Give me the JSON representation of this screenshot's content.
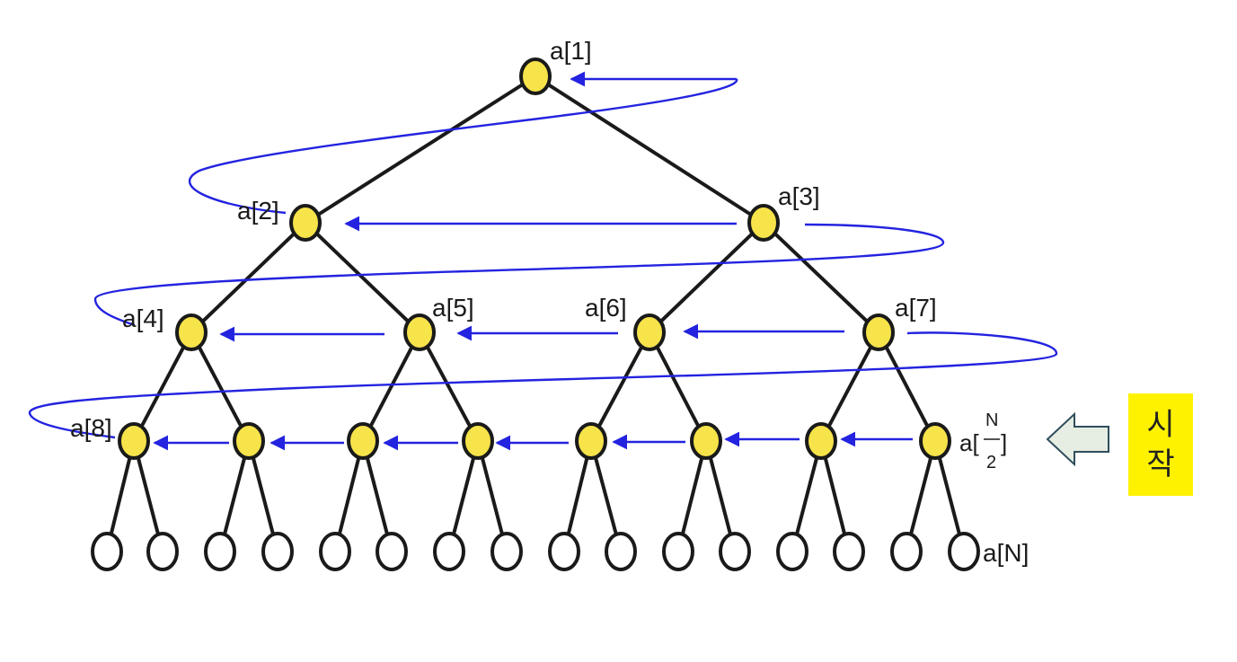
{
  "labels": {
    "a1": "a[1]",
    "a2": "a[2]",
    "a3": "a[3]",
    "a4": "a[4]",
    "a5": "a[5]",
    "a6": "a[6]",
    "a7": "a[7]",
    "a8": "a[8]",
    "a_half_prefix": "a[",
    "a_half_numer": "N",
    "a_half_denom": "2",
    "a_half_suffix": "]",
    "aN": "a[N]"
  },
  "start_label": "시작",
  "start_label_chars": [
    "시",
    "작"
  ],
  "colors": {
    "filled_node": "#f7e34a",
    "empty_node": "#ffffff",
    "edge": "#1a1a1a",
    "arrow": "#2323e0",
    "start_box": "#fff200",
    "start_arrow_fill": "#e6eee3",
    "start_arrow_stroke": "#2f4d5c"
  }
}
